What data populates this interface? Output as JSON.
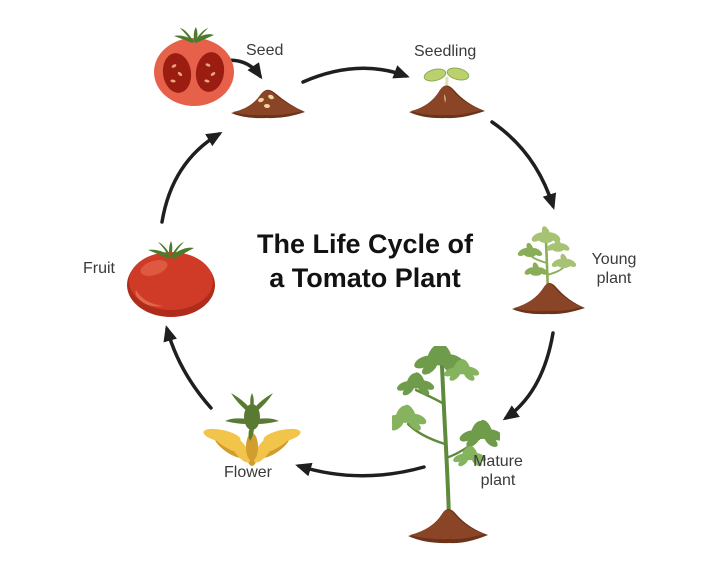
{
  "title": {
    "line1": "The Life Cycle of",
    "line2": "a Tomato Plant"
  },
  "stages": {
    "seed": {
      "label": "Seed",
      "illustration": "cut-tomato-and-soil-mound-with-seeds"
    },
    "seedling": {
      "label": "Seedling",
      "illustration": "sprout-in-soil-mound"
    },
    "young_plant": {
      "label": "Young plant",
      "illustration": "small-leafy-plant-in-soil-mound"
    },
    "mature_plant": {
      "label": "Mature plant",
      "illustration": "tall-leafy-plant-in-soil-mound"
    },
    "flower": {
      "label": "Flower",
      "illustration": "yellow-tomato-flower"
    },
    "fruit": {
      "label": "Fruit",
      "illustration": "whole-red-tomato"
    }
  },
  "cycle_sequence": [
    "seed",
    "seedling",
    "young_plant",
    "mature_plant",
    "flower",
    "fruit"
  ],
  "cycle_loops": true,
  "colors": {
    "arrow": "#1f1f1f",
    "label_text": "#3a3a3a",
    "title_text": "#121212",
    "soil": "#8a4526",
    "soil_dark": "#6b3319",
    "seed_pale": "#f0d6a0",
    "calyx_green": "#4d7a2d",
    "tomato_flesh": "#e6604a",
    "tomato_chamber": "#9b1d12",
    "tomato_seed": "#eda77f",
    "tomato_red": "#cf3b26",
    "tomato_red_dark": "#b02c1a",
    "tomato_highlight": "#e2674b",
    "sprout_leaf": "#bdd06e",
    "young_leaf": "#a6c272",
    "young_leaf_dark": "#8aae58",
    "mature_leaf": "#6f9c4a",
    "mature_leaf_light": "#85b35e",
    "stem_green": "#5e8a3c",
    "flower_yellow": "#f2c44a",
    "flower_yellow_dark": "#d19d2e",
    "sepal_green": "#5a7a33"
  }
}
